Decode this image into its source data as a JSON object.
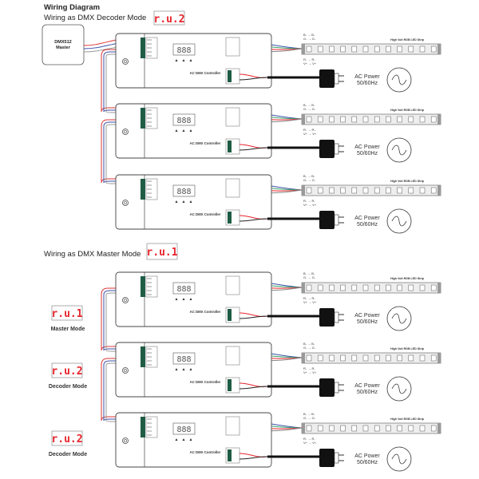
{
  "header": {
    "title": "Wiring Diagram",
    "decoder_section_label": "Wiring as DMX Decoder Mode",
    "decoder_section_display": "r.u.2",
    "master_section_label": "Wiring as DMX Master Mode",
    "master_section_display": "r.u.1"
  },
  "dmx_master_box": {
    "line1": "DMX512",
    "line2": "Master"
  },
  "controller": {
    "name": "AC DMX Controller",
    "display": "888"
  },
  "strip": {
    "name": "High Volt RGB LED Strip",
    "top_labels": [
      "B-  →  B-",
      "G-  →  G-"
    ],
    "bottom_labels": [
      "R-  →  R-",
      "V+  →  V+"
    ]
  },
  "power": {
    "line1": "AC Power",
    "line2": "50/60Hz"
  },
  "mode_labels": [
    {
      "display": "r.u.1",
      "label": "Master Mode"
    },
    {
      "display": "r.u.2",
      "label": "Decoder Mode"
    },
    {
      "display": "r.u.2",
      "label": "Decoder Mode"
    }
  ],
  "colors": {
    "red": "#e8242c",
    "blue": "#3a4fa8",
    "green": "#3aa36b",
    "terminal": "#1f5c45"
  }
}
